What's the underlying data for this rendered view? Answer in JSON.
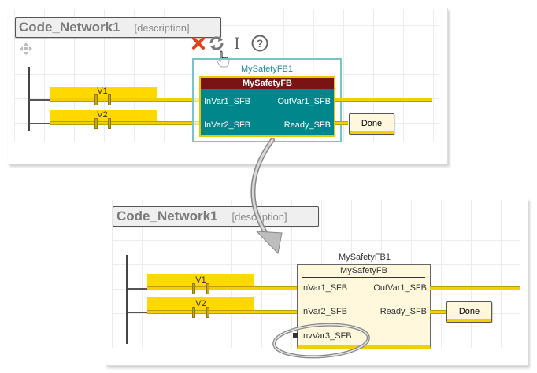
{
  "top_panel": {
    "network": {
      "title": "Code_Network1",
      "description": "[description]"
    },
    "toolbar": {
      "delete_icon": "close-x-icon",
      "refresh_icon": "refresh-icon",
      "text_cursor_icon": "text-cursor-icon",
      "help_icon": "help-icon",
      "help_glyph": "?",
      "text_cursor_glyph": "I"
    },
    "contacts": [
      {
        "label": "V1"
      },
      {
        "label": "V2"
      }
    ],
    "function_block": {
      "instance_name": "MySafetyFB1",
      "type_name": "MySafetyFB",
      "inputs": [
        "InVar1_SFB",
        "InVar2_SFB"
      ],
      "outputs": [
        "OutVar1_SFB",
        "Ready_SFB"
      ],
      "colors": {
        "body": "#00868b",
        "type_bar": "#7a1313",
        "frame": "#7cc3c9"
      }
    },
    "output_coil": {
      "label": "Done"
    }
  },
  "bottom_panel": {
    "network": {
      "title": "Code_Network1",
      "description": "[description]"
    },
    "contacts": [
      {
        "label": "V1"
      },
      {
        "label": "V2"
      }
    ],
    "function_block": {
      "instance_name": "MySafetyFB1",
      "type_name": "MySafetyFB",
      "inputs": [
        "InVar1_SFB",
        "InVar2_SFB",
        "InvVar3_SFB"
      ],
      "outputs": [
        "OutVar1_SFB",
        "Ready_SFB"
      ],
      "highlighted_input": "InvVar3_SFB",
      "colors": {
        "body": "#fff8dc"
      }
    },
    "output_coil": {
      "label": "Done"
    }
  },
  "annotation": {
    "arrow": "curved-arrow-down",
    "highlight": "ellipse-around-new-input"
  }
}
